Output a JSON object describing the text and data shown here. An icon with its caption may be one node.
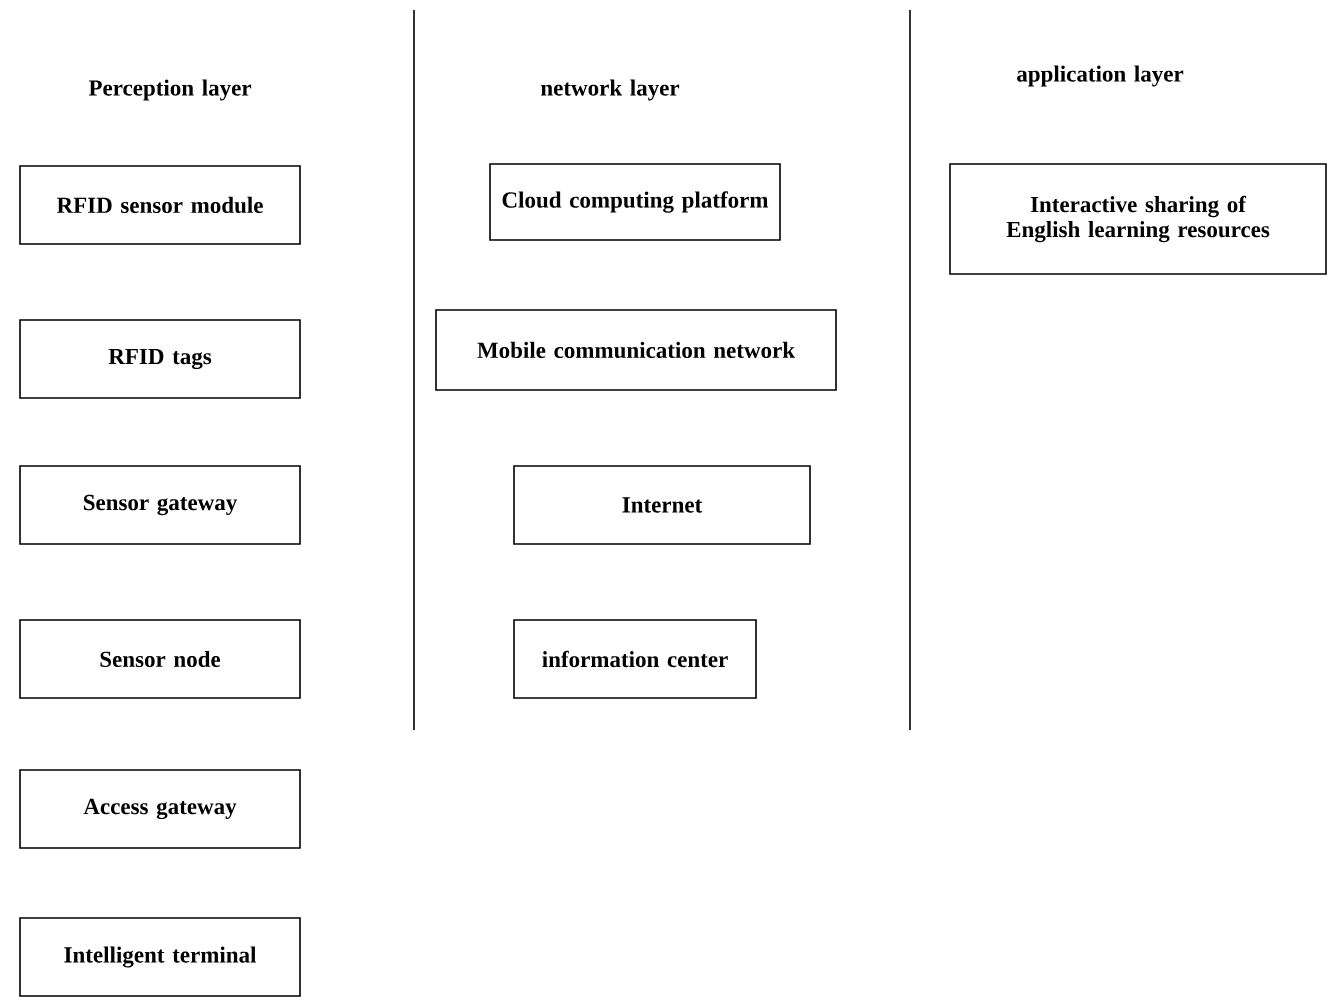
{
  "diagram": {
    "nodes": [
      {
        "text": [
          "RFID sensor module"
        ]
      },
      {
        "text": [
          "RFID tags"
        ]
      },
      {
        "text": [
          "Sensor gateway"
        ]
      },
      {
        "text": [
          "Sensor node"
        ]
      },
      {
        "text": [
          "Access gateway"
        ]
      },
      {
        "text": [
          "Intelligent terminal"
        ]
      },
      {
        "text": [
          "Cloud computing platform"
        ]
      },
      {
        "text": [
          "Mobile communication network"
        ]
      },
      {
        "text": [
          "Internet"
        ]
      },
      {
        "text": [
          "information center"
        ]
      },
      {
        "text": [
          "Interactive sharing of English learning resources"
        ]
      }
    ],
    "labels": [
      "Perception layer",
      "network layer",
      "application layer"
    ]
  }
}
